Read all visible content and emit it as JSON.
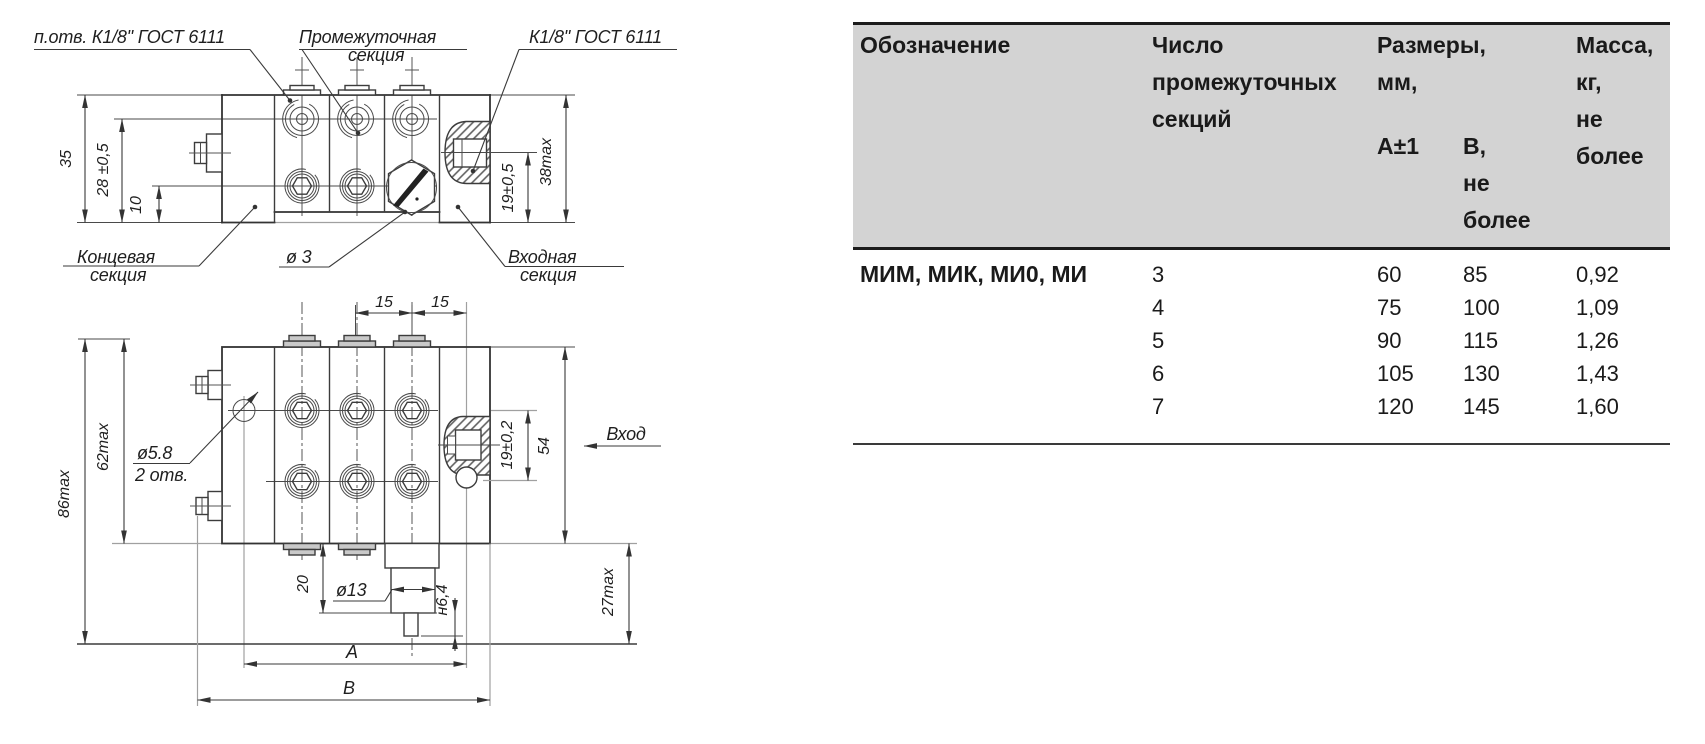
{
  "drawing": {
    "view1": {
      "labels": {
        "hole_note": "п.отв. К1/8\" ГОСТ 6111",
        "intermediate_line1": "Промежуточная",
        "intermediate_line2": "секция",
        "inlet_thread_note": "К1/8\" ГОСТ 6111",
        "end_line1": "Концевая",
        "end_line2": "секция",
        "input_line1": "Входная",
        "input_line2": "секция",
        "plug_dia": "ø 3"
      },
      "dims": {
        "total_height": "35",
        "upper_row": "28 ±0,5",
        "lower_row": "10",
        "inlet_height": "19±0,5",
        "max_height": "38max"
      }
    },
    "view2": {
      "labels": {
        "mount_hole_dia": "ø5.8",
        "mount_hole_qty": "2 отв.",
        "inlet_arrow": "Вход"
      },
      "dims": {
        "pitch_left": "15",
        "pitch_right": "15",
        "overall_height": "86max",
        "body_height": "62max",
        "outlet_rows": "19±0,2",
        "body_width": "54",
        "boss_offset": "20",
        "boss_dia": "ø13",
        "indicator_travel": "н6,4",
        "below_body": "27max",
        "dim_a": "А",
        "dim_b": "В"
      }
    }
  },
  "table": {
    "headers": {
      "designation": "Обозначение",
      "sections_l1": "Число",
      "sections_l2": "промежуточных",
      "sections_l3": "секций",
      "dimensions_l1": "Размеры,",
      "dimensions_l2": "мм,",
      "col_a": "А±1",
      "col_b_l1": "В,",
      "col_b_l2": "не",
      "col_b_l3": "более",
      "mass_l1": "Масса,",
      "mass_l2": "кг,",
      "mass_l3": "не",
      "mass_l4": "более"
    },
    "designation_value": "МИМ, МИК, МИ0, МИ",
    "rows": [
      {
        "sections": "3",
        "a": "60",
        "b": "85",
        "mass": "0,92"
      },
      {
        "sections": "4",
        "a": "75",
        "b": "100",
        "mass": "1,09"
      },
      {
        "sections": "5",
        "a": "90",
        "b": "115",
        "mass": "1,26"
      },
      {
        "sections": "6",
        "a": "105",
        "b": "130",
        "mass": "1,43"
      },
      {
        "sections": "7",
        "a": "120",
        "b": "145",
        "mass": "1,60"
      }
    ]
  },
  "colors": {
    "table_header_bg": "#d3d3d3",
    "line_color": "#333333",
    "text_color": "#1a1a1a"
  }
}
